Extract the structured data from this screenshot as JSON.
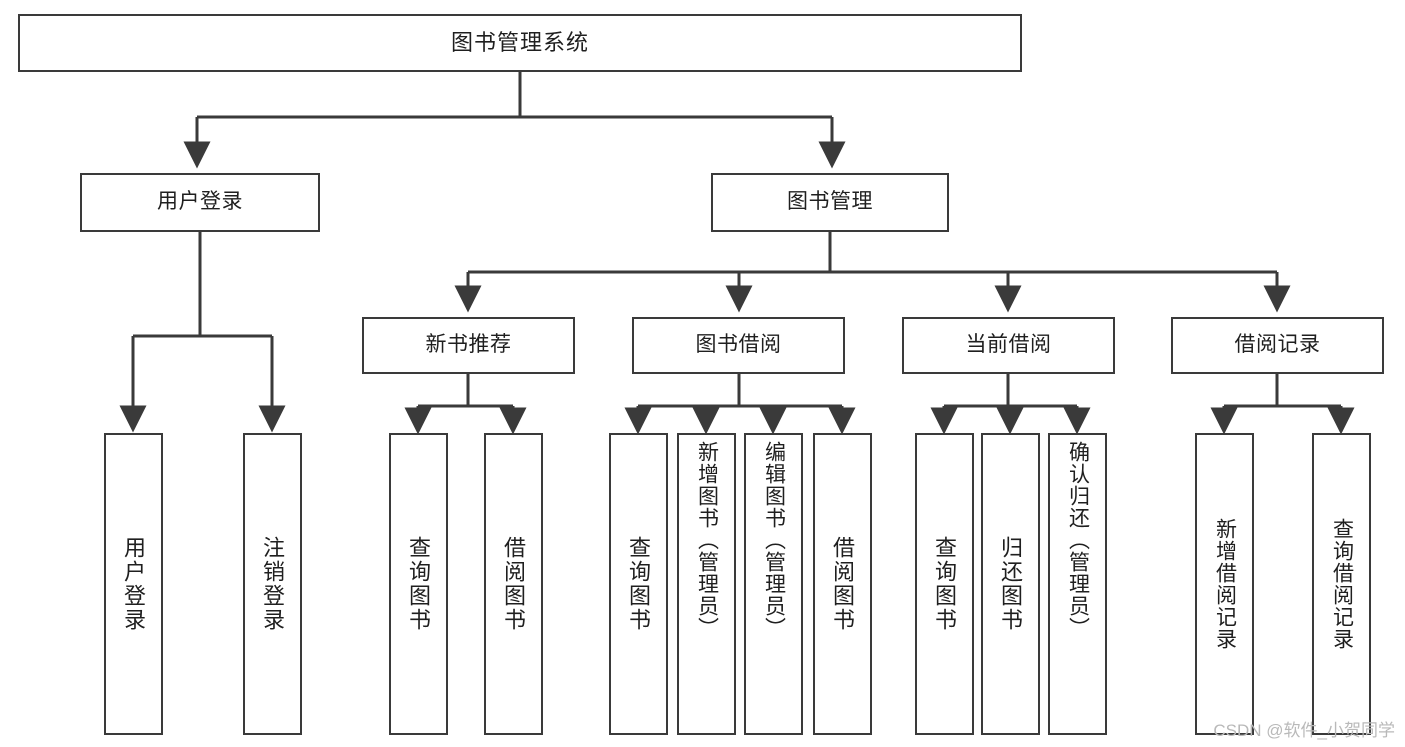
{
  "diagram": {
    "title": "图书管理系统",
    "type": "tree",
    "colors": {
      "stroke": "#3a3a3a",
      "fill": "#ffffff",
      "text": "#1f1f1f",
      "watermark": "#b9b9b9"
    },
    "nodes": {
      "root": {
        "label": "图书管理系统"
      },
      "level2": [
        {
          "id": "user-login",
          "label": "用户登录"
        },
        {
          "id": "book-manage",
          "label": "图书管理"
        }
      ],
      "level3": [
        {
          "id": "new-book-recommend",
          "label": "新书推荐"
        },
        {
          "id": "book-borrow",
          "label": "图书借阅"
        },
        {
          "id": "current-borrow",
          "label": "当前借阅"
        },
        {
          "id": "borrow-record",
          "label": "借阅记录"
        }
      ],
      "leaves": [
        {
          "id": "leaf-user-login",
          "label": "用户登录",
          "parent": "user-login"
        },
        {
          "id": "leaf-user-logout",
          "label": "注销登录",
          "parent": "user-login"
        },
        {
          "id": "leaf-query-book-1",
          "label": "查询图书",
          "parent": "new-book-recommend"
        },
        {
          "id": "leaf-borrow-book-1",
          "label": "借阅图书",
          "parent": "new-book-recommend"
        },
        {
          "id": "leaf-query-book-2",
          "label": "查询图书",
          "parent": "book-borrow"
        },
        {
          "id": "leaf-add-book",
          "label": "新增图书（管理员）",
          "parent": "book-borrow"
        },
        {
          "id": "leaf-edit-book",
          "label": "编辑图书（管理员）",
          "parent": "book-borrow"
        },
        {
          "id": "leaf-borrow-book-2",
          "label": "借阅图书",
          "parent": "book-borrow"
        },
        {
          "id": "leaf-query-book-3",
          "label": "查询图书",
          "parent": "current-borrow"
        },
        {
          "id": "leaf-return-book",
          "label": "归还图书",
          "parent": "current-borrow"
        },
        {
          "id": "leaf-confirm-return",
          "label": "确认归还（管理员）",
          "parent": "current-borrow"
        },
        {
          "id": "leaf-add-record",
          "label": "新增借阅记录",
          "parent": "borrow-record"
        },
        {
          "id": "leaf-query-record",
          "label": "查询借阅记录",
          "parent": "borrow-record"
        }
      ]
    }
  },
  "watermark": {
    "text": "CSDN @软件_小贺同学"
  }
}
